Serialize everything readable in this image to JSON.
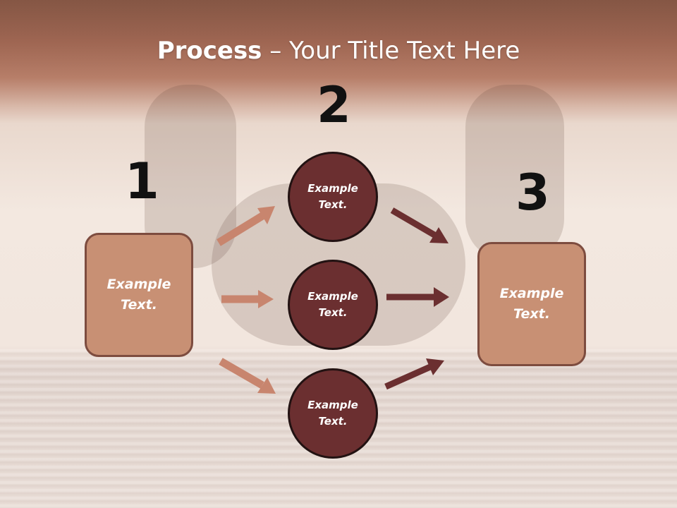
{
  "slide": {
    "title_bold": "Process",
    "title_rest": " – Your Title Text Here"
  },
  "steps": [
    {
      "number": "1",
      "text": "Example Text."
    },
    {
      "number": "2",
      "circles": [
        {
          "text": "Example Text."
        },
        {
          "text": "Example Text."
        },
        {
          "text": "Example Text."
        }
      ]
    },
    {
      "number": "3",
      "text": "Example Text."
    }
  ],
  "colors": {
    "banner": "#a86c58",
    "box_fill": "#c89074",
    "box_border": "#7d4c3f",
    "circle_fill": "#6b2f30",
    "circle_border": "#221212",
    "arrow_light": "#c8856e",
    "arrow_dark": "#6b2f30"
  }
}
